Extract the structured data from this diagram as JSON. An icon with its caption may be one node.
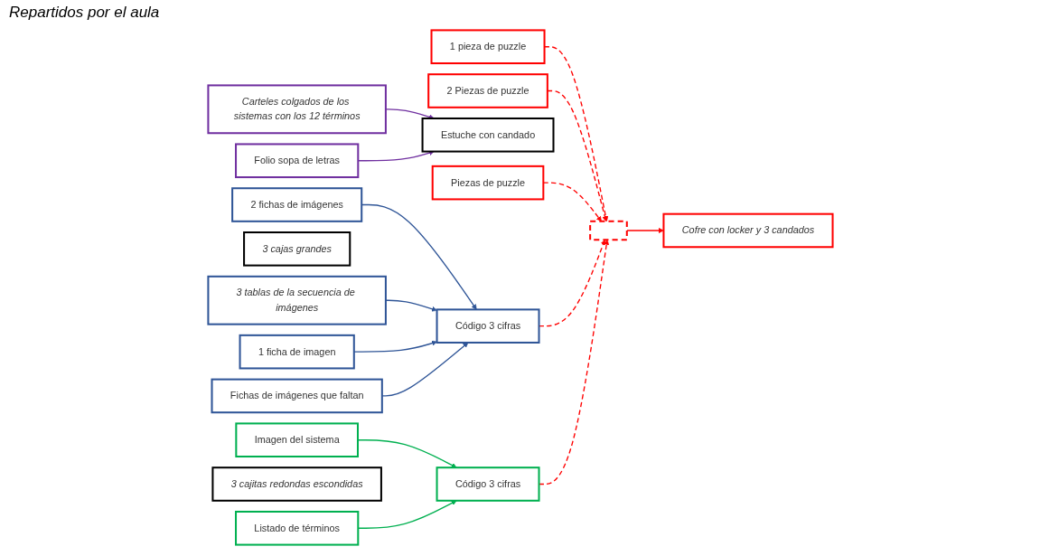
{
  "diagram": {
    "nodes": [
      {
        "text": [
          "Carteles colgados de los sistemas con los 12 términos"
        ]
      },
      {
        "text": [
          "Folio sopa de letras"
        ]
      },
      {
        "text": [
          "2 fichas de imágenes"
        ]
      },
      {
        "text": [
          "3 cajas grandes"
        ]
      },
      {
        "text": [
          "Imagen del sistema"
        ]
      },
      {
        "text": [
          "Código 3 cifras"
        ]
      },
      {
        "text": [
          "1 pieza de puzzle"
        ]
      },
      {
        "text": [
          "Fichas de imágenes que faltan"
        ]
      },
      {
        "text": [
          "Estuche con candado"
        ]
      },
      {
        "text": [
          "Piezas de puzzle"
        ]
      },
      {
        "text": [
          "3 tablas de la secuencia de imágenes"
        ]
      },
      {
        "text": [
          "Listado de términos"
        ]
      },
      {
        "text": [
          "3 cajitas redondas escondidas"
        ]
      },
      {
        "text": [
          "1 ficha de imagen"
        ]
      },
      {
        "text": [
          "Código 3 cifras"
        ]
      },
      {
        "text": [
          "2 Piezas de puzzle"
        ]
      },
      {
        "text": [],
        "shape": "box"
      },
      {
        "text": [
          "Cofre con locker y 3 candados"
        ]
      }
    ],
    "edges": [
      {
        "from": 0,
        "to": 8,
        "arrow": "to",
        "color": "#7030a0"
      },
      {
        "from": 1,
        "to": 8,
        "arrow": "to",
        "color": "#7030a0"
      },
      {
        "from": 2,
        "to": 14,
        "arrow": "to",
        "color": "#2f5597"
      },
      {
        "from": 4,
        "to": 5,
        "arrow": "to",
        "color": "#00b050"
      },
      {
        "from": 11,
        "to": 5,
        "arrow": "to",
        "color": "#00b050"
      },
      {
        "from": 10,
        "to": 14,
        "arrow": "to",
        "color": "#2f5597"
      },
      {
        "from": 13,
        "to": 14,
        "arrow": "to",
        "color": "#2f5597"
      },
      {
        "from": 7,
        "to": 14,
        "arrow": "to",
        "color": "#2f5597"
      },
      {
        "from": 6,
        "to": 16,
        "arrow": "to",
        "style": "dashed",
        "color": "#ff0000"
      },
      {
        "from": 15,
        "to": 16,
        "arrow": "to",
        "style": "dashed",
        "color": "#ff0000"
      },
      {
        "from": 9,
        "to": 16,
        "arrow": "to",
        "style": "dashed",
        "color": "#ff0000"
      },
      {
        "from": 14,
        "to": 16,
        "arrow": "to",
        "style": "dashed",
        "color": "#ff0000"
      },
      {
        "from": 5,
        "to": 16,
        "arrow": "to",
        "style": "dashed",
        "color": "#ff0000"
      },
      {
        "from": 16,
        "to": 17,
        "arrow": "to",
        "color": "#ff0000"
      }
    ],
    "labels": [
      "Repartidos por el aula"
    ]
  }
}
